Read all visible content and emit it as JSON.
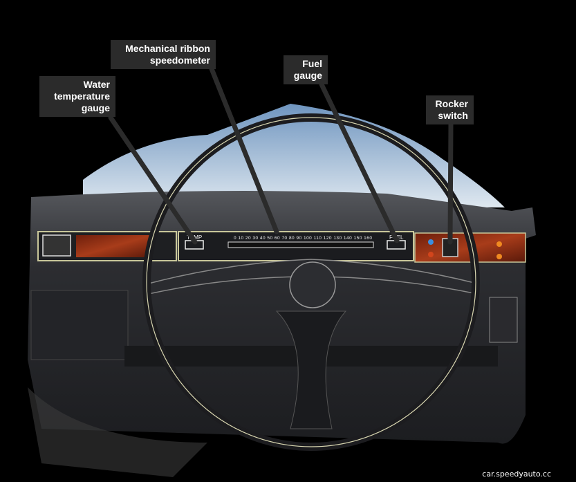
{
  "labels": {
    "speedometer": "Mechanical ribbon speedometer",
    "water_temp": "Water temperature gauge",
    "fuel": "Fuel gauge",
    "rocker": "Rocker switch"
  },
  "gauge_text": {
    "temp": "TEMP",
    "fuel": "FUEL",
    "speed_scale": "0 10 20 30 40 50 60 70 80 90 100 110 120 130 140 150 160"
  },
  "watermark": "car.speedyauto.cc",
  "colors": {
    "label_bg": "#2b2b2b",
    "dash": "#2e2f33",
    "wood": "#8a2a12",
    "sky": "#a9c3dc"
  }
}
